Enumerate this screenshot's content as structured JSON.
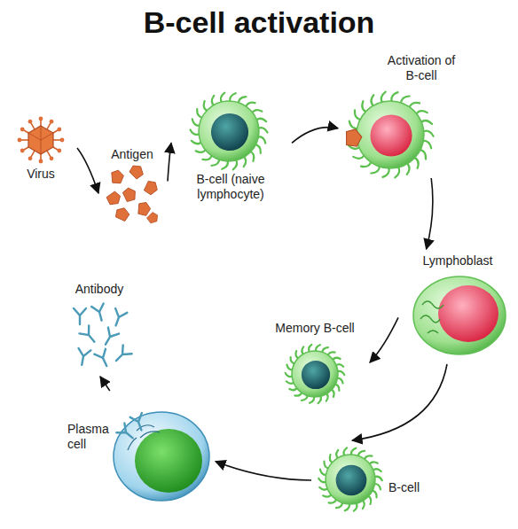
{
  "diagram": {
    "title": "B-cell activation",
    "nodes": [
      {
        "text": [
          "Virus"
        ]
      },
      {
        "text": [
          "Antigen"
        ]
      },
      {
        "text": [
          "B-cell (naive lymphocyte)"
        ]
      },
      {
        "text": [
          "Activation of B-cell"
        ]
      },
      {
        "text": [
          "Lymphoblast"
        ]
      },
      {
        "text": [
          "Memory B-cell"
        ]
      },
      {
        "text": [
          "B-cell"
        ]
      },
      {
        "text": [
          "Plasma cell"
        ]
      },
      {
        "text": [
          "Antibody"
        ]
      }
    ],
    "edges": [
      {
        "from": 0,
        "to": 1,
        "arrow": "to"
      },
      {
        "from": 1,
        "to": 2,
        "arrow": "to"
      },
      {
        "from": 2,
        "to": 3,
        "arrow": "to"
      },
      {
        "from": 3,
        "to": 4,
        "arrow": "to"
      },
      {
        "from": 4,
        "to": 5,
        "arrow": "to"
      },
      {
        "from": 4,
        "to": 6,
        "arrow": "to"
      },
      {
        "from": 6,
        "to": 7,
        "arrow": "to"
      },
      {
        "from": 7,
        "to": 8,
        "arrow": "to"
      }
    ]
  }
}
